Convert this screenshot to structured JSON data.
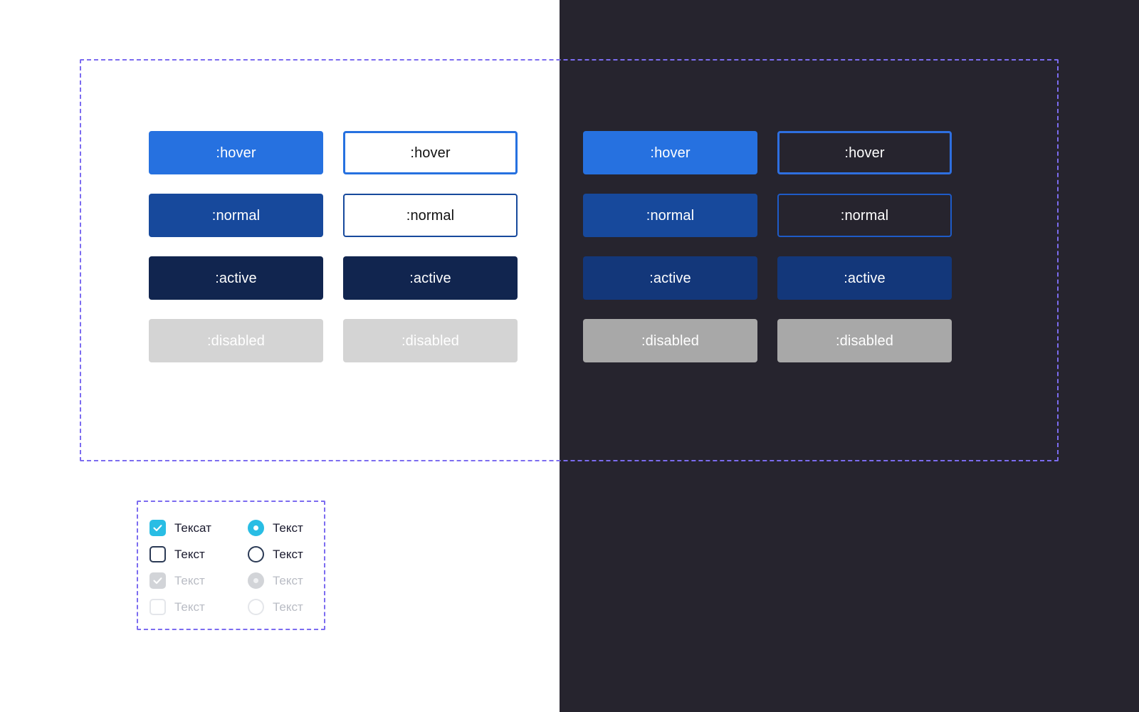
{
  "themes": {
    "light": {
      "name": "light",
      "background": "#ffffff"
    },
    "dark": {
      "name": "dark",
      "background": "#26242e"
    }
  },
  "palette": {
    "accent_hover": "#2671e0",
    "accent_normal": "#17499c",
    "accent_active_light": "#11254f",
    "accent_active_dark": "#13377a",
    "disabled_light": "#d4d4d4",
    "disabled_dark": "#a8a8a8",
    "outline_hover_dark": "#2e6fe0",
    "outline_normal_dark": "#1e5bc8",
    "spec_frame": "#7c6cf0",
    "checkbox_checked": "#29bde4",
    "control_border": "#2b3a55",
    "control_disabled": "#d2d4d8",
    "label_text": "#1a1a2e",
    "label_text_muted": "#b9bcc4"
  },
  "buttons_section": {
    "light": {
      "filled": [
        {
          "state": "hover",
          "label": ":hover"
        },
        {
          "state": "normal",
          "label": ":normal"
        },
        {
          "state": "active",
          "label": ":active"
        },
        {
          "state": "disabled",
          "label": ":disabled"
        }
      ],
      "outlined": [
        {
          "state": "hover",
          "label": ":hover"
        },
        {
          "state": "normal",
          "label": ":normal"
        },
        {
          "state": "active",
          "label": ":active"
        },
        {
          "state": "disabled",
          "label": ":disabled"
        }
      ]
    },
    "dark": {
      "filled": [
        {
          "state": "hover",
          "label": ":hover"
        },
        {
          "state": "normal",
          "label": ":normal"
        },
        {
          "state": "active",
          "label": ":active"
        },
        {
          "state": "disabled",
          "label": ":disabled"
        }
      ],
      "outlined": [
        {
          "state": "hover",
          "label": ":hover"
        },
        {
          "state": "normal",
          "label": ":normal"
        },
        {
          "state": "active",
          "label": ":active"
        },
        {
          "state": "disabled",
          "label": ":disabled"
        }
      ]
    }
  },
  "controls_section": {
    "checkboxes": [
      {
        "state": "checked",
        "label": "Тексат",
        "checked": true,
        "disabled": false
      },
      {
        "state": "unchecked",
        "label": "Текст",
        "checked": false,
        "disabled": false
      },
      {
        "state": "checked-disabled",
        "label": "Текст",
        "checked": true,
        "disabled": true
      },
      {
        "state": "unchecked-disabled",
        "label": "Текст",
        "checked": false,
        "disabled": true
      }
    ],
    "radios": [
      {
        "state": "checked",
        "label": "Текст",
        "checked": true,
        "disabled": false
      },
      {
        "state": "unchecked",
        "label": "Текст",
        "checked": false,
        "disabled": false
      },
      {
        "state": "checked-disabled",
        "label": "Текст",
        "checked": true,
        "disabled": true
      },
      {
        "state": "unchecked-disabled",
        "label": "Текст",
        "checked": false,
        "disabled": true
      }
    ]
  }
}
